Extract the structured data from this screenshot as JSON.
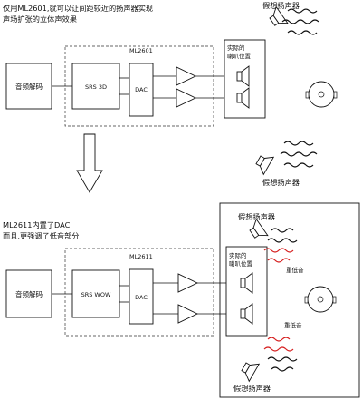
{
  "top": {
    "caption_line1": "仅用ML2601,就可以让间距较近的扬声器实现",
    "caption_line2": "声场扩张的立体声效果",
    "chip_label": "ML2601",
    "decoder_label": "音频解码",
    "processor_label": "SRS 3D",
    "dac_label": "DAC",
    "actual_speaker_label_line1": "实际的",
    "actual_speaker_label_line2": "喇叭位置",
    "virtual_speaker_top": "假想扬声器",
    "virtual_speaker_bottom": "假想扬声器"
  },
  "bottom": {
    "caption_line1": "ML2611内置了DAC",
    "caption_line2": "而且,更强调了低音部分",
    "chip_label": "ML2611",
    "decoder_label": "音频解码",
    "processor_label": "SRS WOW",
    "dac_label": "DAC",
    "actual_speaker_label_line1": "实际的",
    "actual_speaker_label_line2": "喇叭位置",
    "virtual_speaker_top": "假想扬声器",
    "virtual_speaker_bottom": "假想扬声器",
    "bass_top": "重低音",
    "bass_bottom": "重低音"
  },
  "colors": {
    "line": "#111111",
    "bass_wave": "#d62020",
    "dash": "#333333"
  },
  "icons": [
    "down-arrow-icon",
    "speaker-icon",
    "amplifier-icon",
    "listener-head-icon",
    "sound-wave-icon"
  ]
}
